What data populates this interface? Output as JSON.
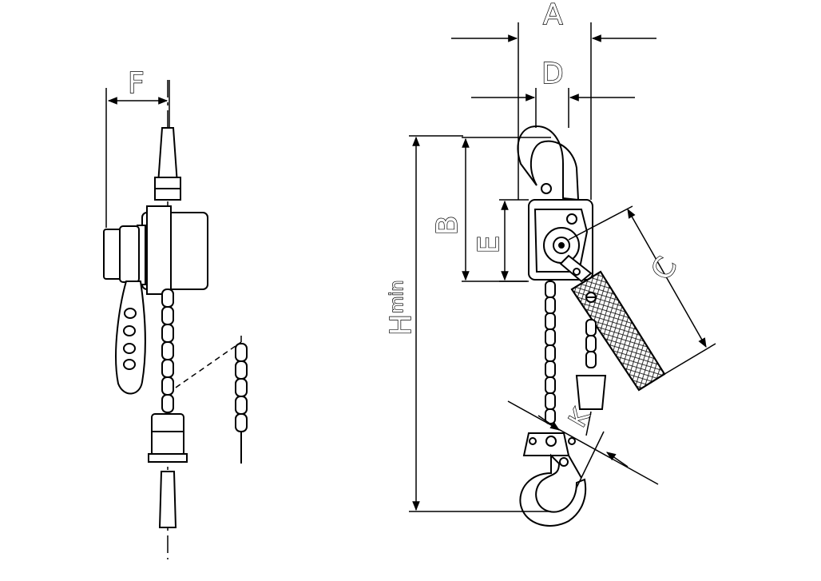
{
  "diagram": {
    "labels": {
      "A": "A",
      "B": "B",
      "C": "C",
      "D": "D",
      "E": "E",
      "F": "F",
      "H": "H",
      "H_sub": "min",
      "K": "K"
    },
    "colors": {
      "line": "#000000",
      "background": "#ffffff"
    }
  }
}
